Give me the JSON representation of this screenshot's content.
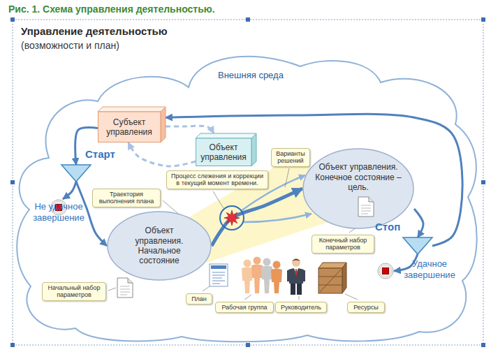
{
  "diagram": {
    "title": "Управление деятельностью",
    "caption": "Рис. 1. Схема управления деятельностью.",
    "nodes": [
      {
        "text": [
          "Внешняя среда"
        ]
      },
      {
        "text": [
          "Субъект управления"
        ],
        "in": 0
      },
      {
        "text": [
          "Объект управления"
        ],
        "in": 0
      },
      {
        "text": [
          "Старт"
        ],
        "in": 0
      },
      {
        "text": [
          "Не удачное завершение"
        ],
        "in": 0
      },
      {
        "text": [
          "Объект управления. Начальное состояние"
        ],
        "in": 0
      },
      {
        "text": [
          "Варианты решений"
        ],
        "in": 0
      },
      {
        "text": [
          "Процесс слежения и коррекции в текущий момент времени."
        ],
        "in": 0
      },
      {
        "text": [
          "Объект управления. Конечное состояние – цель."
        ],
        "in": 0
      },
      {
        "text": [
          "Траектория выполнения плана"
        ],
        "in": 0
      },
      {
        "text": [
          "Конечный набор параметров"
        ],
        "in": 0
      },
      {
        "text": [
          "Стоп"
        ],
        "in": 0
      },
      {
        "text": [
          "Удачное завершение"
        ],
        "in": 0
      },
      {
        "text": [
          "Начальный набор параметров"
        ],
        "in": 0
      },
      {
        "text": [
          "План"
        ],
        "in": 0
      },
      {
        "text": [
          "Рабочая группа"
        ],
        "in": 0
      },
      {
        "text": [
          "Руководитель"
        ],
        "in": 0
      },
      {
        "text": [
          "Ресурсы"
        ],
        "in": 0
      }
    ],
    "edges": [
      {
        "from": 1,
        "to": 2,
        "arrow": "to"
      },
      {
        "from": 2,
        "to": 1,
        "arrow": "to"
      },
      {
        "from": 1,
        "to": 3,
        "arrow": "to"
      },
      {
        "from": 3,
        "to": 4,
        "arrow": "to"
      },
      {
        "from": 3,
        "to": 5,
        "arrow": "to"
      },
      {
        "from": 5,
        "to": 8,
        "arrow": "to"
      },
      {
        "from": 8,
        "to": 11,
        "arrow": "to"
      },
      {
        "from": 11,
        "to": 12,
        "arrow": "to"
      },
      {
        "from": 11,
        "to": 1,
        "arrow": "to"
      }
    ],
    "labels": [
      "(возможности и план)"
    ]
  }
}
